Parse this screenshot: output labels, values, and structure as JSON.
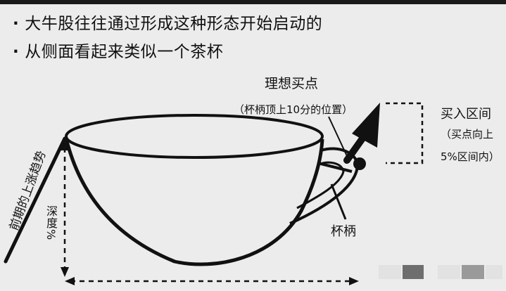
{
  "bullets": [
    {
      "dot": "·",
      "text": "大牛股往往通过形成这种形态开始启动的"
    },
    {
      "dot": "·",
      "text": "从侧面看起来类似一个茶杯"
    }
  ],
  "diagram": {
    "ideal_buy_point": {
      "title": "理想买点",
      "subtitle": "（杯柄顶上10分的位置）"
    },
    "buy_range": {
      "title": "买入区间",
      "line1": "（买点向上",
      "line2": "5%区间内）"
    },
    "handle_label": "杯柄",
    "prior_trend_label": "前期的上涨趋势",
    "depth_label": "深度%"
  },
  "colors": {
    "ink": "#111111",
    "background": "#ececec",
    "watermark_light": "#e2e2e2",
    "watermark_dark": "#6e6e6e",
    "watermark_mid": "#9a9a9a"
  }
}
